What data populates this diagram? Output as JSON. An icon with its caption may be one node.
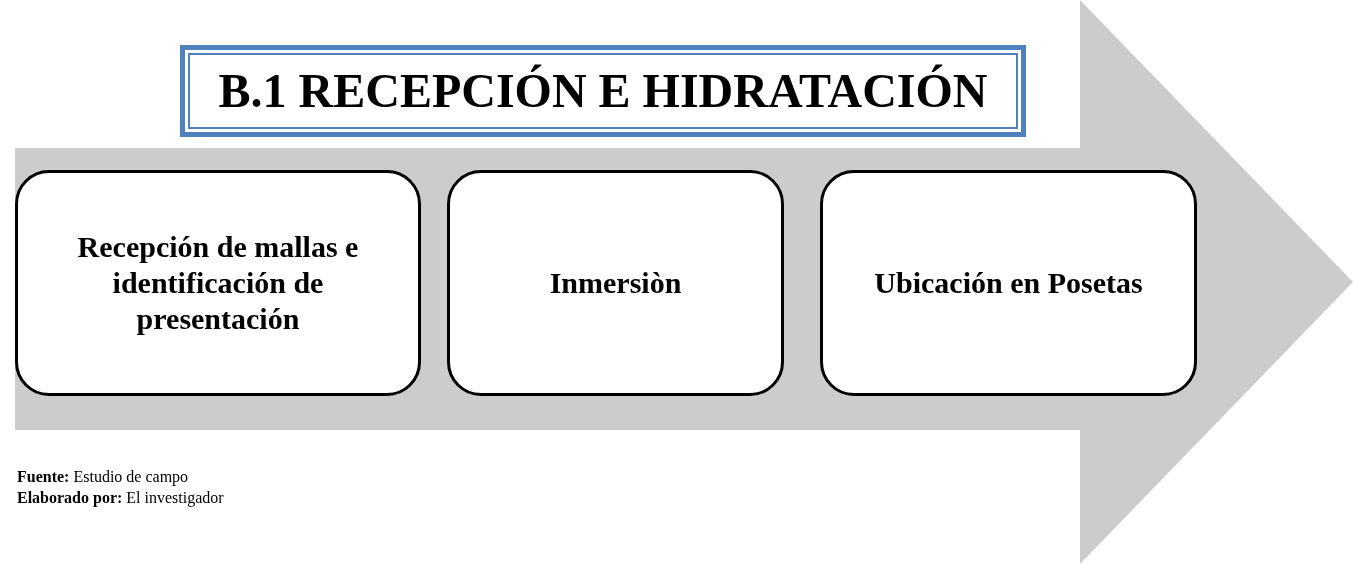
{
  "diagram": {
    "title": "B.1 RECEPCIÓN E HIDRATACIÓN",
    "nodes": [
      {
        "text": [
          "Recepción de mallas e identificación de presentación"
        ]
      },
      {
        "text": [
          "Inmersiòn"
        ]
      },
      {
        "text": [
          "Ubicación en Posetas"
        ]
      }
    ],
    "labels": [
      "**Fuente:** Estudio de campo",
      "**Elaborado por:** El investigador"
    ]
  }
}
